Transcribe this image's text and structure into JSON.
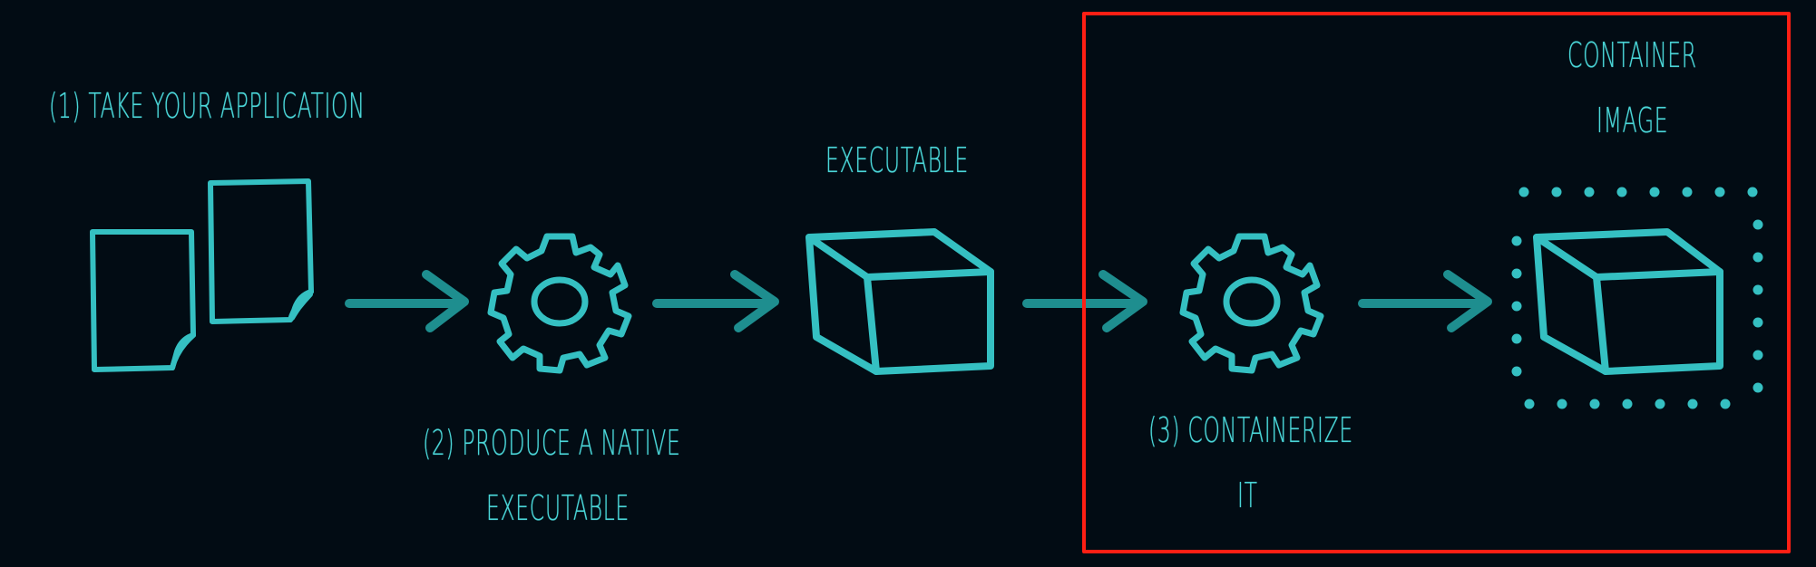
{
  "diagram": {
    "steps": {
      "step1_label": "(1) TAKE YOUR APPLICATION",
      "step2_label_line1": "(2) PRODUCE A NATIVE",
      "step2_label_line2": "EXECUTABLE",
      "step3_label_line1": "(3) CONTAINERIZE",
      "step3_label_line2": "IT"
    },
    "nodes": {
      "executable_label": "EXECUTABLE",
      "container_image_label_line1": "CONTAINER",
      "container_image_label_line2": "IMAGE"
    },
    "colors": {
      "background": "#020c14",
      "stroke": "#35c0c2",
      "arrow": "#1e8e8f",
      "text": "#4bd6d8",
      "highlight": "#ff1f14"
    },
    "icons": [
      "documents-icon",
      "gear-icon",
      "box-icon",
      "gear-icon",
      "box-icon",
      "dotted-container-icon"
    ],
    "highlighted_region": "step 3"
  }
}
